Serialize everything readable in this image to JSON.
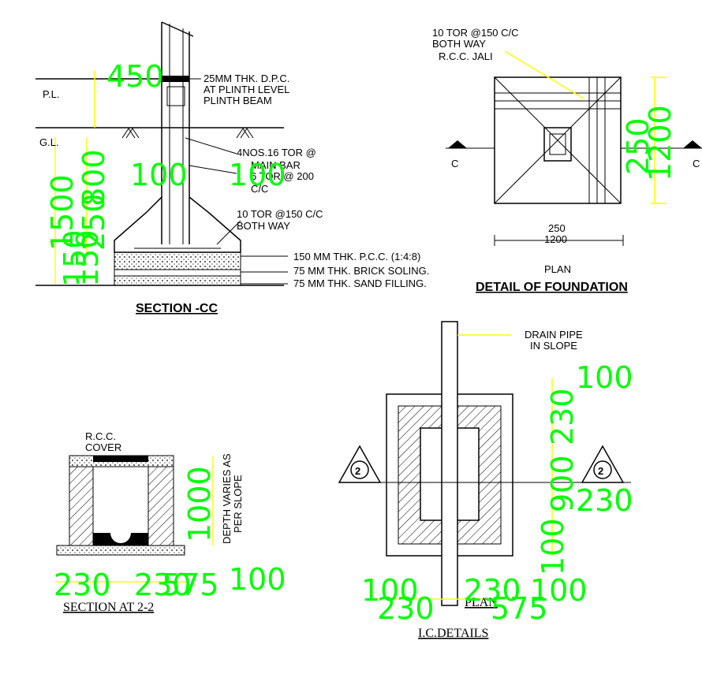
{
  "colors": {
    "dimension": "#00ff00",
    "leader": "#ffff00",
    "line": "#000000"
  },
  "section_cc": {
    "title": "SECTION -CC",
    "pl": "P.L.",
    "gl": "G.L.",
    "dpc": "25MM THK. D.P.C.",
    "plinth_level": "AT PLINTH LEVEL",
    "plinth_beam": "PLINTH BEAM",
    "main_bar": "4NOS.16 TOR @",
    "main_bar_2": "MAIN BAR",
    "ties": "6 TOR @ 200",
    "ties_2": "C/C",
    "mesh": "10 TOR @150 C/C",
    "mesh_2": "BOTH WAY",
    "pcc": "150 MM THK. P.C.C. (1:4:8)",
    "brick": "75   MM  THK.  BRICK SOLING.",
    "sand": "75   MM  THK.  SAND FILLING.",
    "dims": {
      "d450": "450",
      "d100a": "100",
      "d100b": "100",
      "d1500": "1500",
      "d800": "800",
      "d250": "250",
      "d150a": "150",
      "d150b": "150"
    }
  },
  "foundation_plan": {
    "title": "DETAIL OF FOUNDATION",
    "plan": "PLAN",
    "note1": "10 TOR @150 C/C",
    "note2": "BOTH WAY",
    "note3": "R.C.C. JALI",
    "c_left": "C",
    "c_right": "C",
    "w250": "250",
    "w1200": "1200",
    "dims": {
      "d250": "250",
      "d1200": "1200"
    }
  },
  "section_22": {
    "title": "SECTION AT 2-2",
    "cover1": "R.C.C.",
    "cover2": "COVER",
    "depth1": "DEPTH VARIES AS",
    "depth2": "PER SLOPE",
    "dims": {
      "d1000": "1000",
      "d230a": "230",
      "d230b": "230",
      "d575": "575",
      "d100": "100"
    }
  },
  "ic_details": {
    "title": "I.C.DETAILS",
    "plan": "PLAN",
    "drain1": "DRAIN PIPE",
    "drain2": "IN SLOPE",
    "marker_left": "2",
    "marker_right": "2",
    "dims": {
      "d100top": "100",
      "d230v": "230",
      "d900": "900",
      "d230r": "230",
      "d100v": "100",
      "d100a": "100",
      "d230a": "230",
      "d230b": "230",
      "d100b": "100",
      "d575": "575"
    }
  }
}
